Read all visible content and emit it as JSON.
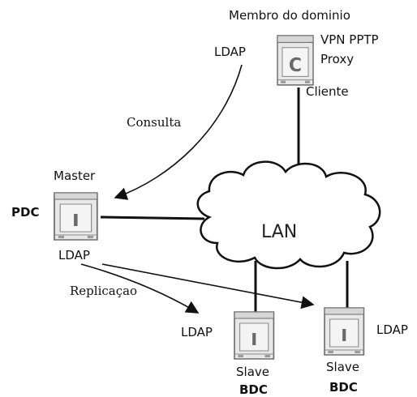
{
  "title": "Membro do dominio",
  "client": {
    "letter": "C",
    "ldap_label": "LDAP",
    "services": [
      "VPN PPTP",
      "Proxy"
    ],
    "name": "Cliente"
  },
  "query_label": "Consulta",
  "pdc": {
    "role": "Master",
    "name": "PDC",
    "letter": "I",
    "ldap_label": "LDAP"
  },
  "network_label": "LAN",
  "replication_label": "Replicaçao",
  "bdcs": [
    {
      "ldap_label": "LDAP",
      "role": "Slave",
      "name": "BDC",
      "letter": "I"
    },
    {
      "ldap_label": "LDAP",
      "role": "Slave",
      "name": "BDC",
      "letter": "I"
    }
  ],
  "colors": {
    "line": "#111111",
    "server_fill": "#e8e8e8",
    "server_panel": "#cfcfcf",
    "server_stroke": "#6f6f6f"
  }
}
